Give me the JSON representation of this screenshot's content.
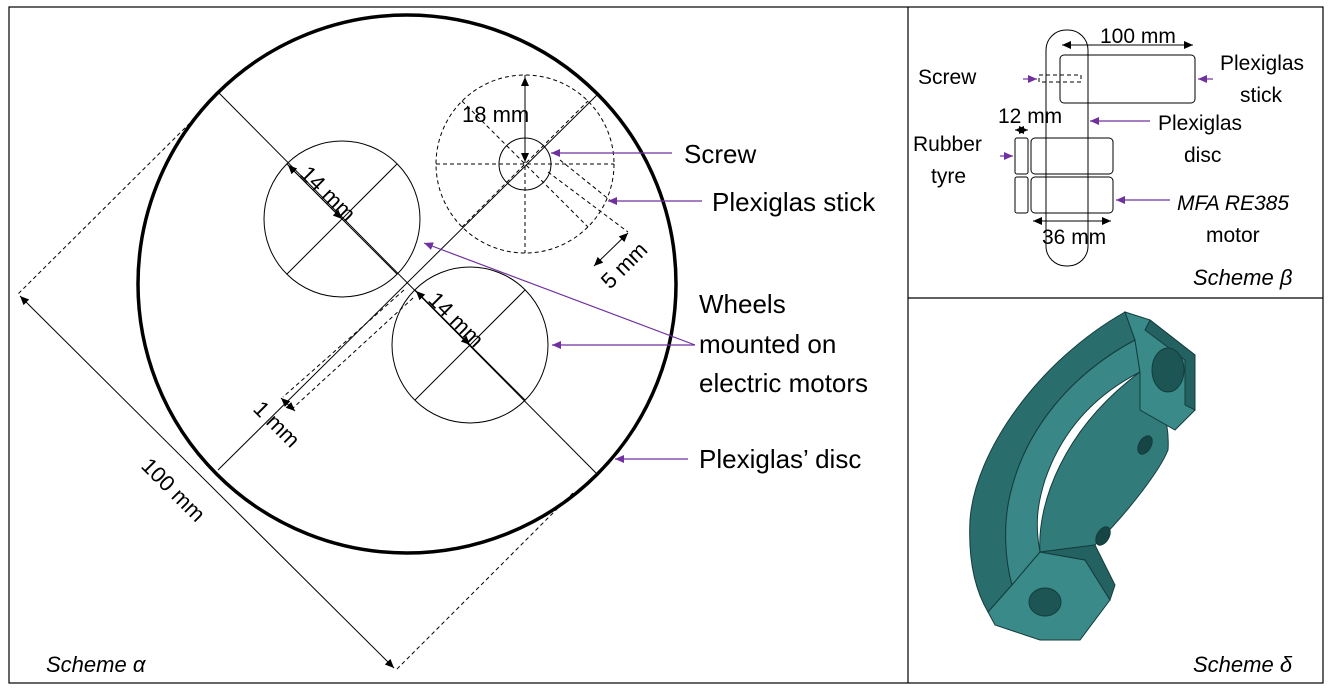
{
  "scheme_alpha": {
    "caption": "Scheme α",
    "labels": {
      "screw": "Screw",
      "plexiglas_stick": "Plexiglas stick",
      "wheels_line1": "Wheels",
      "wheels_line2": "mounted on",
      "wheels_line3": "electric motors",
      "plexiglas_disc": "Plexiglas’ disc"
    },
    "dimensions": {
      "d18": "18 mm",
      "d14a": "14 mm",
      "d14b": "14 mm",
      "d5": "5 mm",
      "d1": "1 mm",
      "d100": "100 mm"
    }
  },
  "scheme_beta": {
    "caption": "Scheme β",
    "labels": {
      "screw": "Screw",
      "stick_line1": "Plexiglas",
      "stick_line2": "stick",
      "disc_line1": "Plexiglas",
      "disc_line2": "disc",
      "tyre_line1": "Rubber",
      "tyre_line2": "tyre",
      "motor_line1": "MFA RE385",
      "motor_line2": "motor"
    },
    "dimensions": {
      "d100": "100 mm",
      "d12": "12 mm",
      "d36": "36 mm"
    }
  },
  "scheme_delta": {
    "caption": "Scheme δ",
    "model_color": "#2e7272"
  },
  "colors": {
    "pointer": "#7030a0",
    "line": "#000000"
  }
}
